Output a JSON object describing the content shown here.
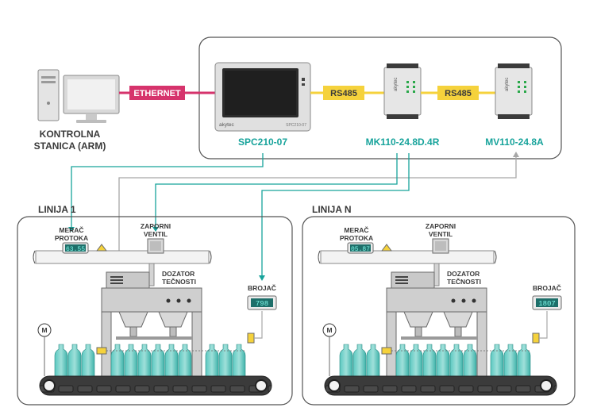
{
  "station": {
    "label_line1": "KONTROLNA",
    "label_line2": "STANICA (ARM)"
  },
  "ethernet": {
    "label": "ETHERNET"
  },
  "devices": {
    "spc": {
      "name": "SPC210-07",
      "brand": "akytec",
      "model_small": "SPC210-07"
    },
    "mk": {
      "name": "MK110-24.8D.4R",
      "brand": "akytec"
    },
    "mv": {
      "name": "MV110-24.8A",
      "brand": "akytec"
    }
  },
  "links": {
    "rs485_a": "RS485",
    "rs485_b": "RS485"
  },
  "line1": {
    "title": "LINIJA 1",
    "flow_label_1": "MERAČ",
    "flow_label_2": "PROTOKA",
    "flow_value": "63.55",
    "valve_label_1": "ZAPORNI",
    "valve_label_2": "VENTIL",
    "dosing_label_1": "DOZATOR",
    "dosing_label_2": "TEČNOSTI",
    "counter_label": "BROJAČ",
    "counter_value": "798",
    "motor": "M"
  },
  "lineN": {
    "title": "LINIJA N",
    "flow_label_1": "MERAČ",
    "flow_label_2": "PROTOKA",
    "flow_value": "05.87",
    "valve_label_1": "ZAPORNI",
    "valve_label_2": "VENTIL",
    "dosing_label_1": "DOZATOR",
    "dosing_label_2": "TEČNOSTI",
    "counter_label": "BROJAČ",
    "counter_value": "1807",
    "motor": "M"
  },
  "colors": {
    "teal": "#17a39b",
    "magenta": "#d6336c",
    "yellow": "#f5d23c",
    "gray": "#9a9a9a"
  }
}
